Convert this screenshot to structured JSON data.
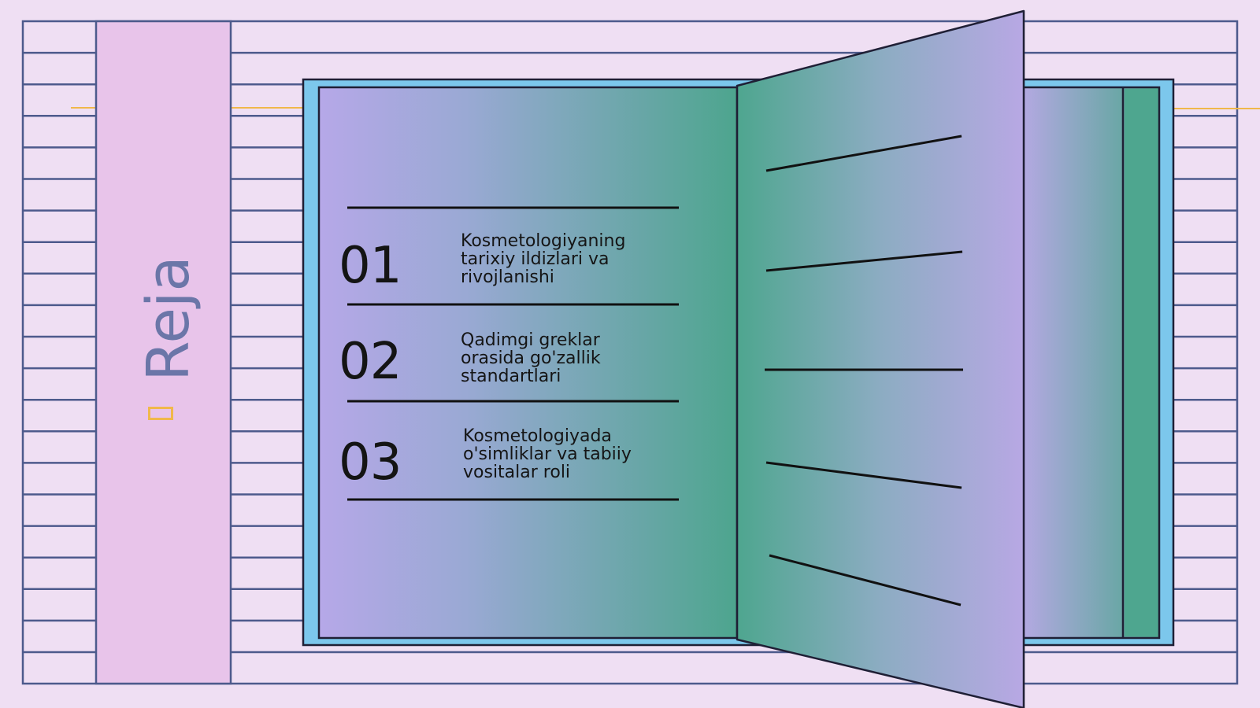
{
  "slide": {
    "title": "Reja",
    "title_glyph": "missing-glyph-icon"
  },
  "agenda": {
    "items": [
      {
        "number": "01",
        "lines": [
          "Kosmetologiyaning",
          "tarixiy ildizlari va",
          "rivojlanishi"
        ]
      },
      {
        "number": "02",
        "lines": [
          "Qadimgi greklar",
          "orasida go'zallik",
          "standartlari"
        ]
      },
      {
        "number": "03",
        "lines": [
          "Kosmetologiyada",
          "o'simliklar va tabiiy",
          "vositalar roli"
        ]
      }
    ]
  },
  "colors": {
    "background": "#efdff3",
    "grid_stroke": "#4d5a8c",
    "sidebar_fill": "#e8c4ea",
    "title_color": "#6b76a8",
    "accent_line": "#f0b84b",
    "book_border": "#7cc7ec",
    "gradient_purple": "#b8a9e6",
    "gradient_teal": "#4ea68f",
    "ink": "#141414"
  }
}
